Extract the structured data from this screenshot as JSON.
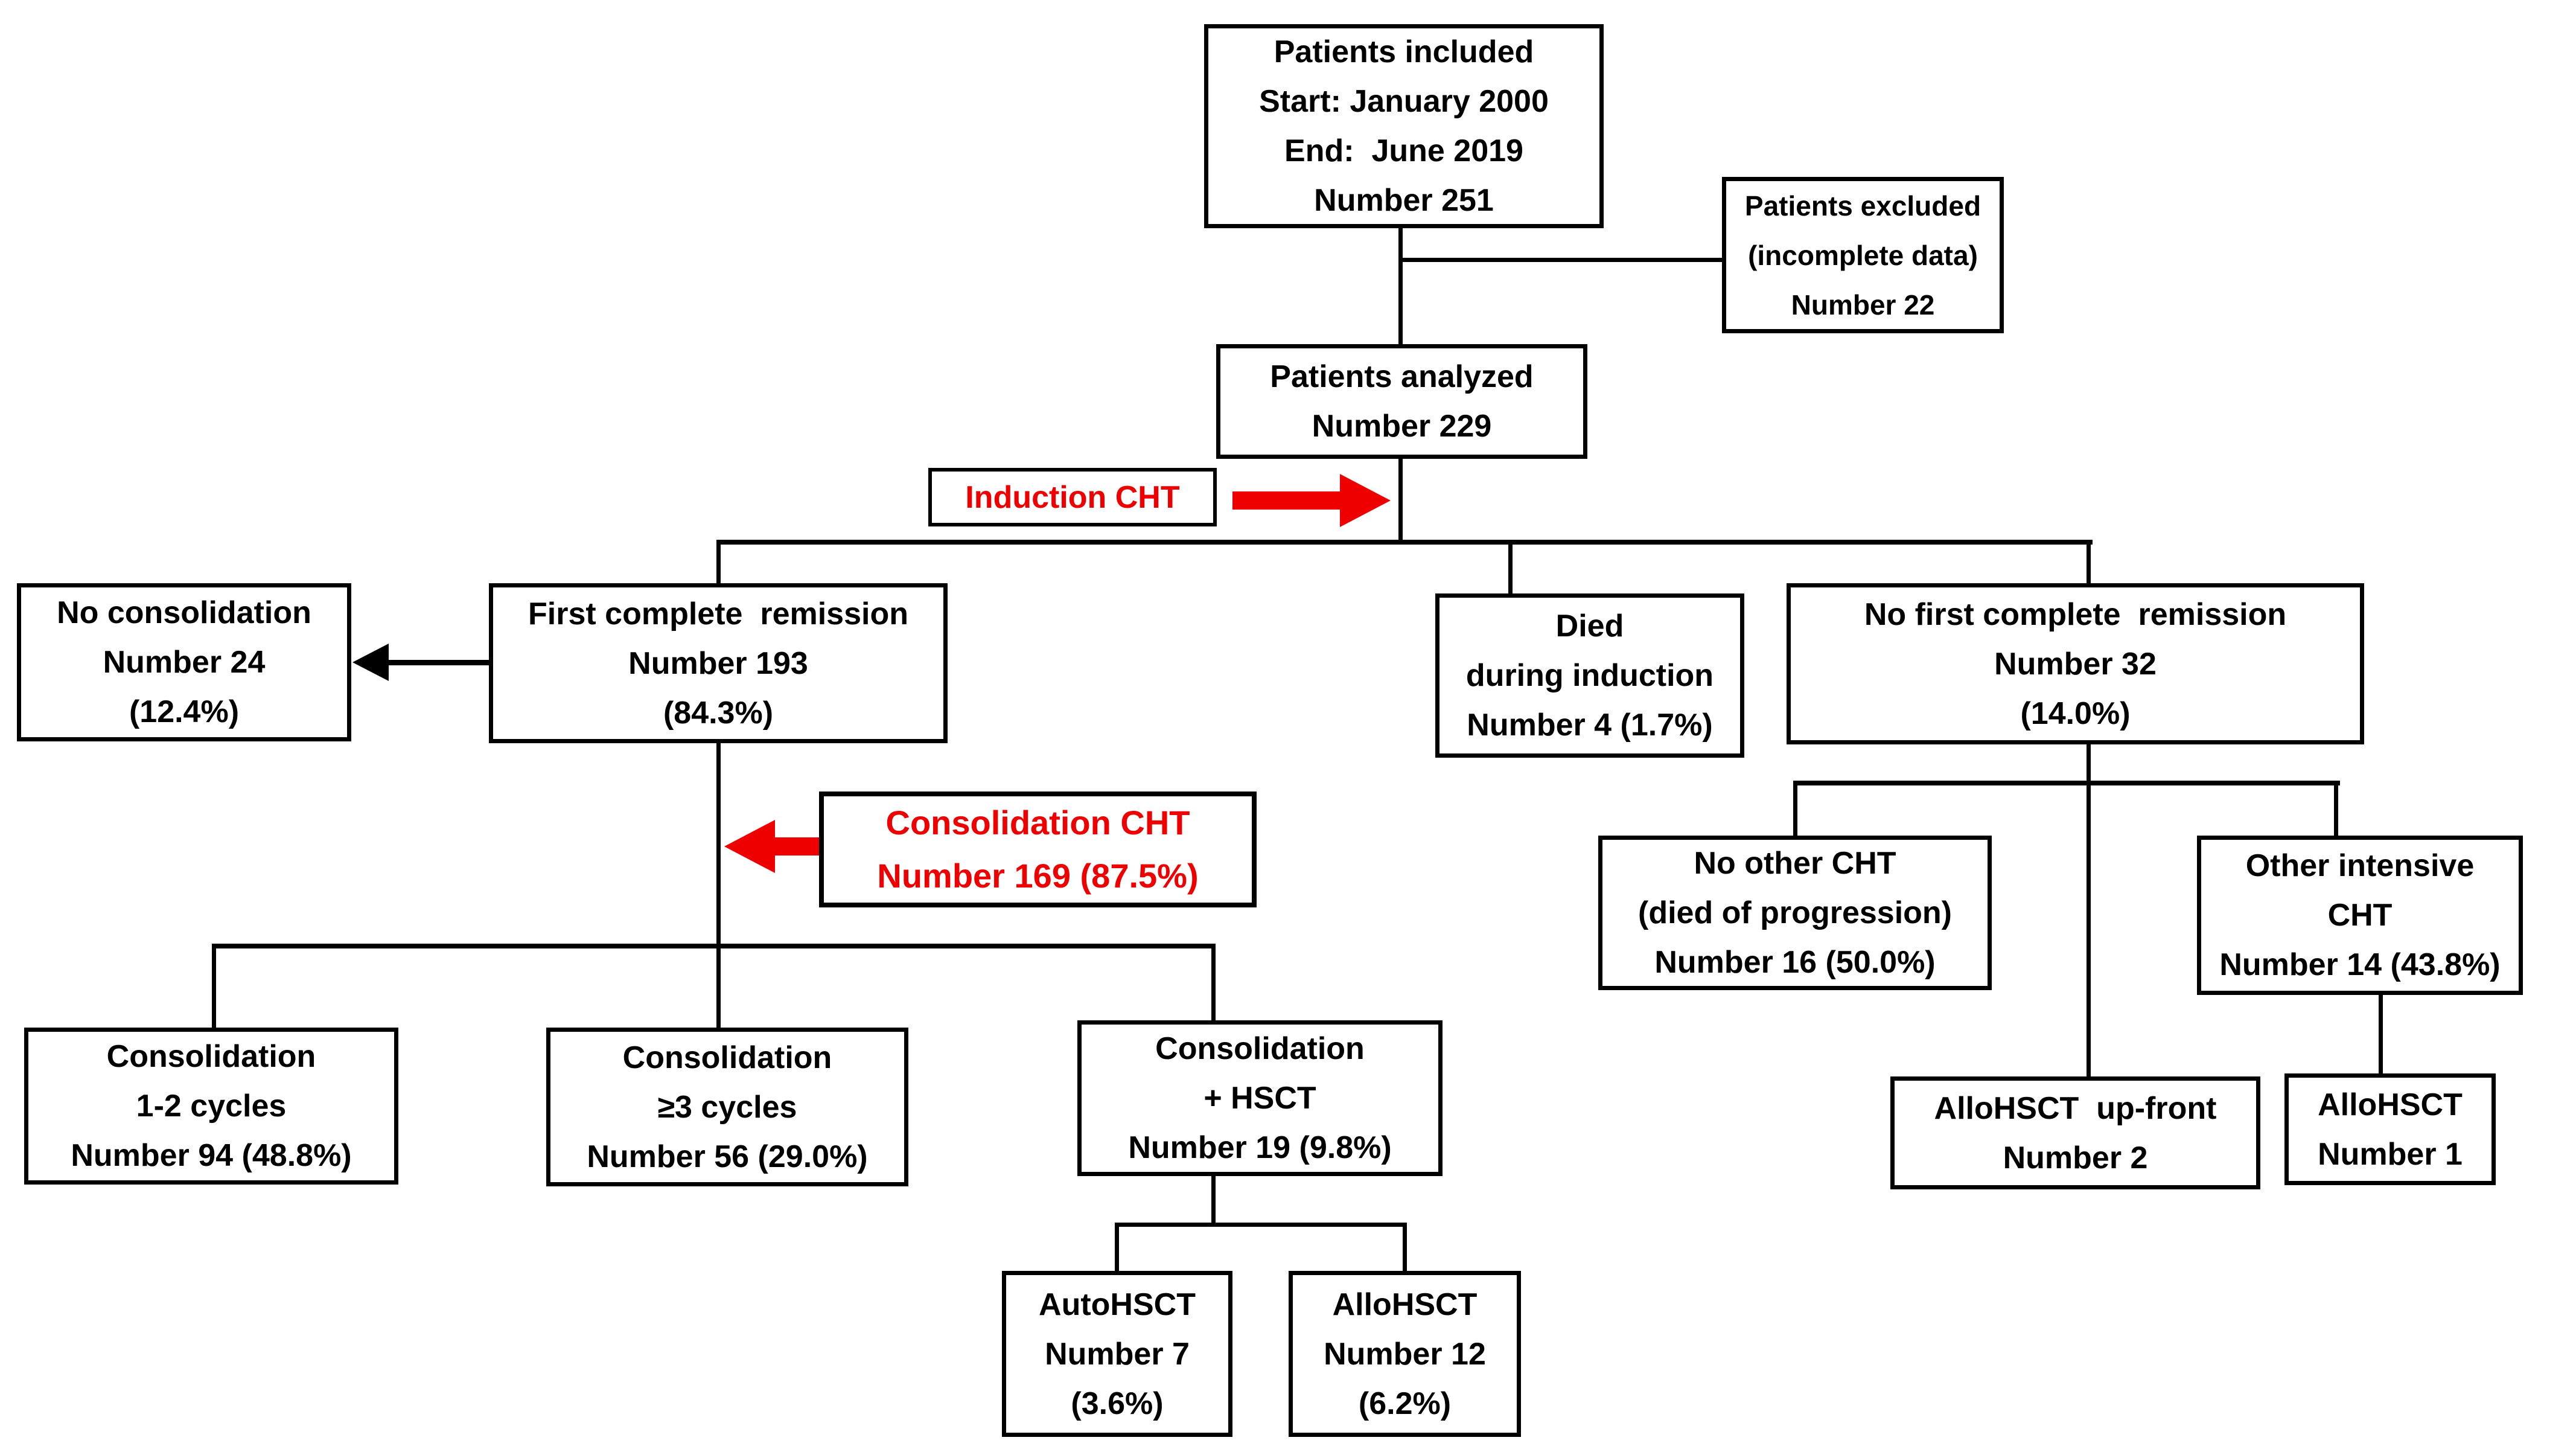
{
  "colors": {
    "highlight_red": "#ee0000",
    "line_black": "#000000",
    "box_bg": "#ffffff"
  },
  "nodes": {
    "included": {
      "lines": [
        "Patients included",
        "Start: January 2000",
        "End:  June 2019",
        "Number 251"
      ]
    },
    "excluded": {
      "lines": [
        "Patients excluded",
        "(incomplete data)",
        "Number 22"
      ]
    },
    "analyzed": {
      "lines": [
        "Patients analyzed",
        "Number 229"
      ]
    },
    "induction_label": {
      "lines": [
        "Induction CHT"
      ]
    },
    "no_consolidation": {
      "lines": [
        "No consolidation",
        "Number 24",
        "(12.4%)"
      ]
    },
    "first_cr": {
      "lines": [
        "First complete  remission",
        "Number 193",
        "(84.3%)"
      ]
    },
    "died_induction": {
      "lines": [
        "Died",
        "during induction",
        "Number 4 (1.7%)"
      ]
    },
    "no_first_cr": {
      "lines": [
        "No first complete  remission",
        "Number 32",
        "(14.0%)"
      ]
    },
    "consolidation_label": {
      "lines": [
        "Consolidation CHT",
        "Number 169 (87.5%)"
      ]
    },
    "cons_1_2": {
      "lines": [
        "Consolidation",
        "1-2 cycles",
        "Number 94 (48.8%)"
      ]
    },
    "cons_ge3": {
      "lines": [
        "Consolidation",
        "≥3 cycles",
        "Number 56 (29.0%)"
      ]
    },
    "cons_hsct": {
      "lines": [
        "Consolidation",
        "+ HSCT",
        "Number 19 (9.8%)"
      ]
    },
    "no_other_cht": {
      "lines": [
        "No other CHT",
        "(died of progression)",
        "Number 16 (50.0%)"
      ]
    },
    "other_intensive": {
      "lines": [
        "Other intensive",
        "CHT",
        "Number 14 (43.8%)"
      ]
    },
    "allo_upfront": {
      "lines": [
        "AlloHSCT  up-front",
        "Number 2"
      ]
    },
    "allo_1": {
      "lines": [
        "AlloHSCT",
        "Number 1"
      ]
    },
    "auto_7": {
      "lines": [
        "AutoHSCT",
        "Number 7",
        "(3.6%)"
      ]
    },
    "allo_12": {
      "lines": [
        "AlloHSCT",
        "Number 12",
        "(6.2%)"
      ]
    }
  }
}
